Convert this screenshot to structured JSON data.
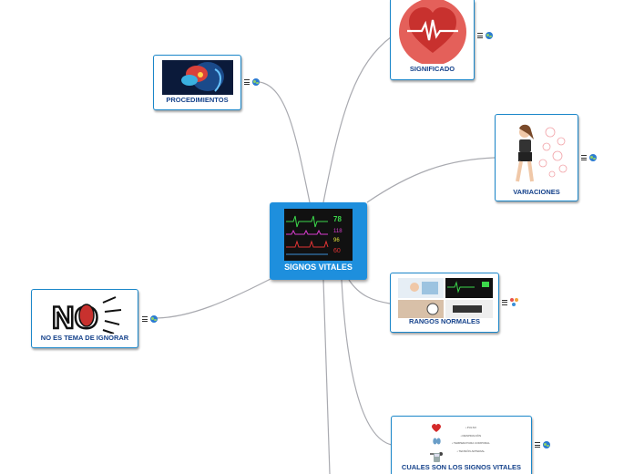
{
  "central": {
    "label": "SIGNOS VITALES",
    "monitor_readings": [
      "78",
      "118",
      "96",
      "60"
    ]
  },
  "topics": {
    "significado": {
      "label": "SIGNIFICADO"
    },
    "procedimientos": {
      "label": "PROCEDIMIENTOS"
    },
    "variaciones": {
      "label": "VARIACIONES"
    },
    "rangos": {
      "label": "RANGOS NORMALES"
    },
    "ignorar": {
      "label": "NO ES TEMA DE IGNORAR",
      "image_text": "NO"
    },
    "cuales": {
      "label": "CUALES SON LOS SIGNOS VITALES",
      "list_items": [
        "PULSO",
        "RESPIRACIÓN",
        "TEMPERATURA CORPORAL",
        "TENSIÓN ARTERIAL"
      ]
    }
  },
  "icons": [
    "notes-icon",
    "globe-icon",
    "people-icon"
  ],
  "colors": {
    "central_fill": "#1e8fdd",
    "node_border": "#1a86c9",
    "label_text": "#15428b",
    "link": "#a9aab0"
  }
}
